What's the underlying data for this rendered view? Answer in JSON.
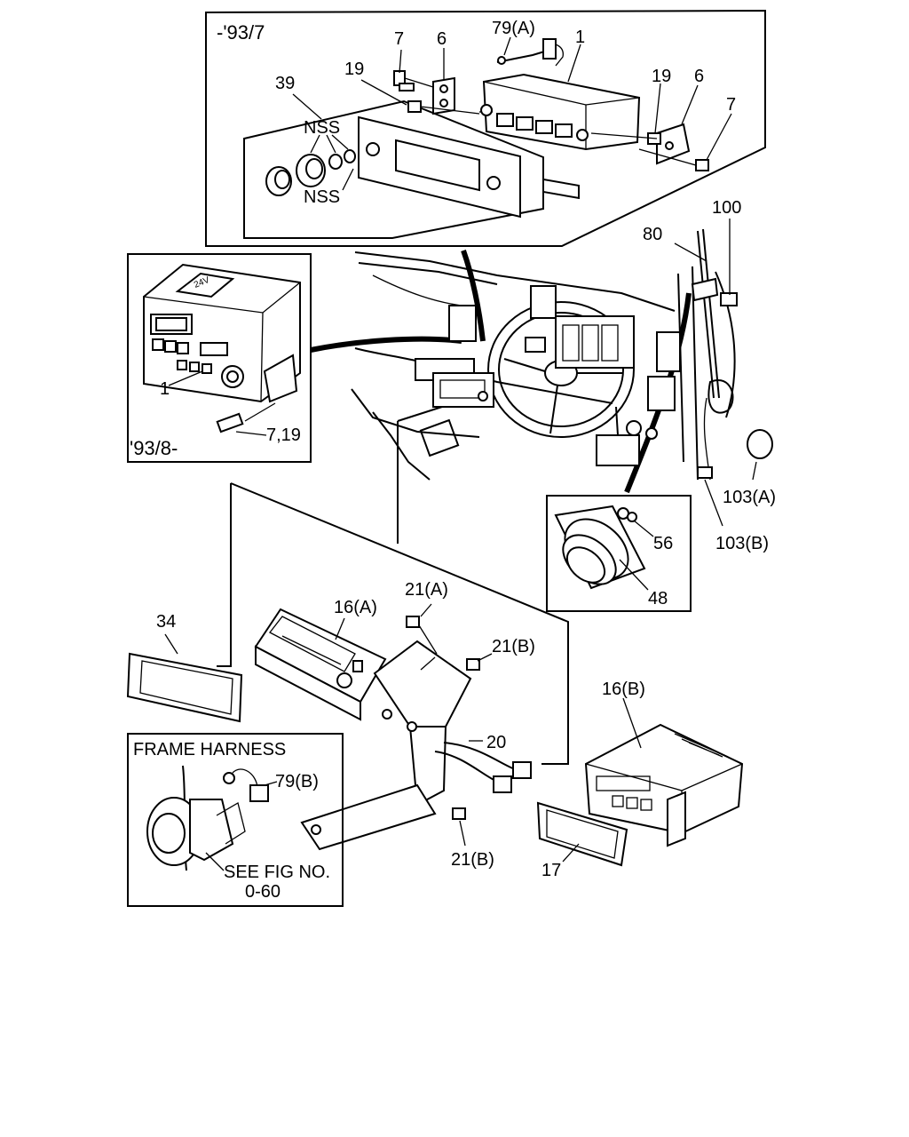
{
  "labels": {
    "date_before": "-'93/7",
    "date_after": "'93/8-",
    "p1_top": "1",
    "p1_left": "1",
    "p6_left": "6",
    "p6_right": "6",
    "p7_left": "7",
    "p7_right": "7",
    "p19_left": "19",
    "p19_right": "19",
    "p39": "39",
    "p79a": "79(A)",
    "nss_top": "NSS",
    "nss_bottom": "NSS",
    "p7_19": "7,19",
    "p80": "80",
    "p100": "100",
    "p103a": "103(A)",
    "p103b": "103(B)",
    "p56": "56",
    "p48": "48",
    "p34": "34",
    "p16a": "16(A)",
    "p21a": "21(A)",
    "p21b_top": "21(B)",
    "p21b_bottom": "21(B)",
    "p20": "20",
    "p16b": "16(B)",
    "p17": "17",
    "frame_harness": "FRAME HARNESS",
    "p79b": "79(B)",
    "see_fig": "SEE FIG NO.",
    "fig_no": "0-60",
    "radio_badge": "24V"
  }
}
